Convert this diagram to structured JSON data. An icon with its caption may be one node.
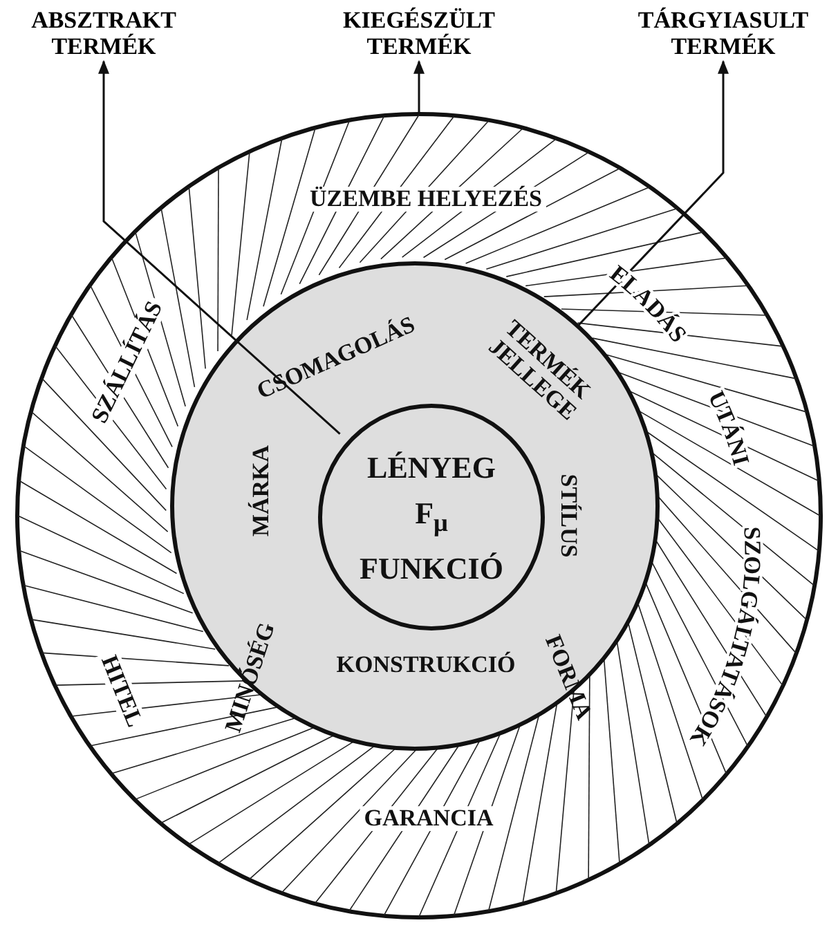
{
  "diagram": {
    "nodes": [
      {
        "text": [
          "ABSZTRAKT TERMÉK"
        ]
      },
      {
        "text": [
          "KIEGÉSZÜLT TERMÉK"
        ]
      },
      {
        "text": [
          "TÁRGYIASULT TERMÉK"
        ]
      },
      {
        "text": [
          "ÜZEMBE HELYEZÉS",
          "SZÁLLÍTÁS",
          "HITEL",
          "GARANCIA",
          "ELADÁS UTÁNI SZOLGÁLTATÁSOK"
        ]
      },
      {
        "text": [
          "CSOMAGOLÁS",
          "TERMÉK JELLEGE",
          "STÍLUS",
          "FORMA",
          "KONSTRUKCIÓ",
          "MINŐSÉG",
          "MÁRKA"
        ],
        "in": 3
      },
      {
        "text": [
          "LÉNYEG",
          "F$_{μ}$",
          "FUNKCIÓ"
        ],
        "in": 4
      }
    ],
    "edges": [
      {
        "from": 5,
        "to": 0,
        "arrow": "to"
      },
      {
        "from": 3,
        "to": 1,
        "arrow": "to"
      },
      {
        "from": 4,
        "to": 2,
        "arrow": "to"
      }
    ]
  }
}
